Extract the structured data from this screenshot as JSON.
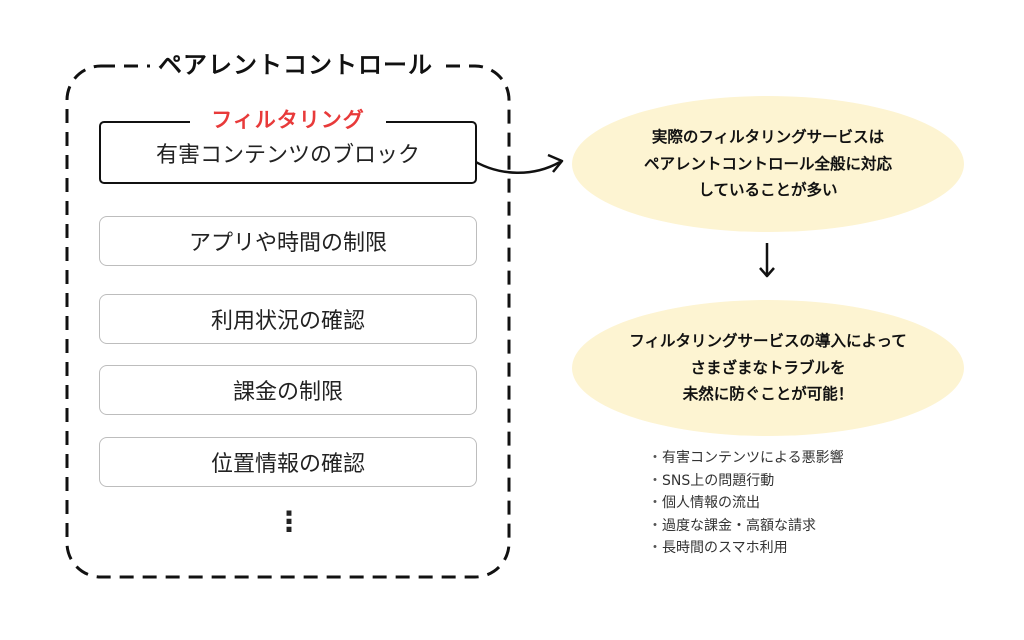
{
  "panel": {
    "title": "ペアレントコントロール",
    "filter_label": "フィルタリング",
    "main_item": "有害コンテンツのブロック",
    "items": [
      "アプリや時間の制限",
      "利用状況の確認",
      "課金の制限",
      "位置情報の確認"
    ],
    "more": "⋮"
  },
  "bubble1": {
    "lines": [
      "実際のフィルタリングサービスは",
      "ペアレントコントロール全般に対応",
      "していることが多い"
    ]
  },
  "bubble2": {
    "lines": [
      "フィルタリングサービスの導入によって",
      "さまざまなトラブルを",
      "未然に防ぐことが可能！"
    ]
  },
  "bullets": [
    "有害コンテンツによる悪影響",
    "SNS上の問題行動",
    "個人情報の流出",
    "過度な課金・高額な請求",
    "長時間のスマホ利用"
  ],
  "colors": {
    "accent_red": "#e83a3a",
    "bubble_fill": "#fdf4d2",
    "border_dark": "#111111",
    "border_light": "#bdbdbd"
  }
}
